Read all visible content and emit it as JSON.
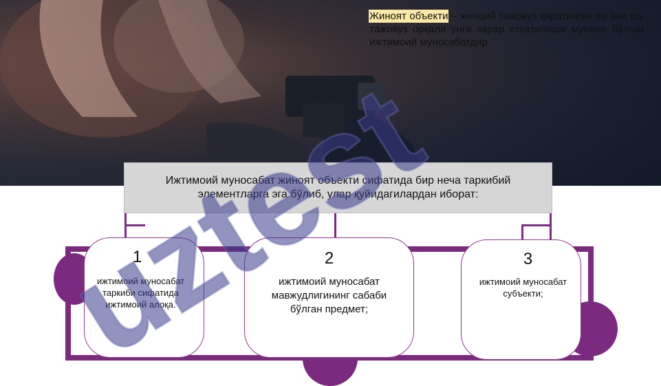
{
  "title": {
    "highlight": "Жиноят объекти",
    "rest": " – жиноий тажовуз қаратилган ва ана шу тажовуз орқали унга зарар етказилиши мумкин бўлган ижтимоий муносабатдир"
  },
  "intro": "Ижтимоий муносабат жиноят объекти сифатида бир неча таркибий элементларга эга бўлиб, улар қуйидагилардан иборат:",
  "items": [
    {
      "number": "1",
      "text": "ижтимоий муносабат таркиби сифатида ижтимоий алоқа."
    },
    {
      "number": "2",
      "text": "ижтимоий муносабат мавжудлигининг сабаби бўлган предмет;"
    },
    {
      "number": "3",
      "text": "ижтимоий муносабат субъекти;"
    }
  ],
  "watermark": "uztest",
  "colors": {
    "accent": "#7b2a7f",
    "highlight": "#fde9a6",
    "box": "#d6d6d6"
  }
}
